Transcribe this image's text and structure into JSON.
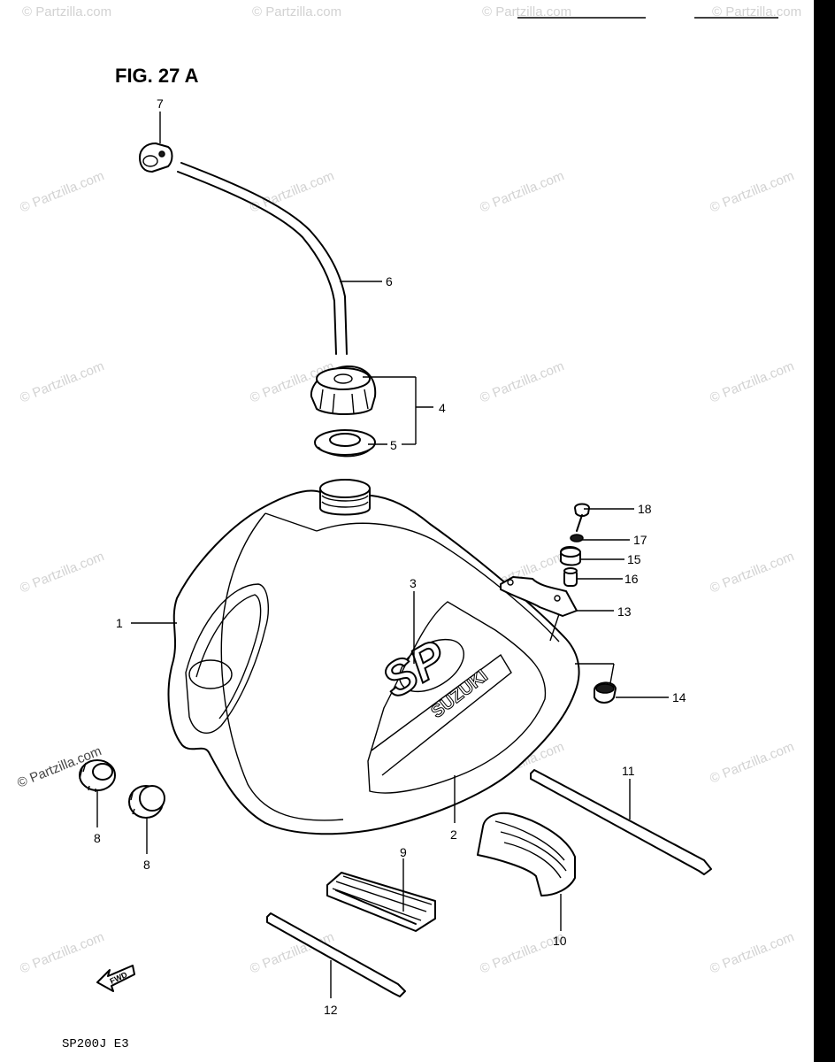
{
  "figure": {
    "title": "FIG. 27 A",
    "model_code": "SP200J  E3"
  },
  "watermark": {
    "text": "© Partzilla.com"
  },
  "logos": {
    "tank_badge": "SP",
    "tank_brand": "SUZUKI"
  },
  "fwd_label": "FWD",
  "edge_marks": [
    "4",
    "3",
    "2"
  ],
  "callouts": [
    "1",
    "2",
    "3",
    "4",
    "5",
    "6",
    "7",
    "8",
    "8",
    "9",
    "10",
    "11",
    "12",
    "13",
    "14",
    "15",
    "16",
    "17",
    "18"
  ],
  "colors": {
    "line": "#000000",
    "background": "#ffffff",
    "watermark": "#d2d2d2"
  }
}
